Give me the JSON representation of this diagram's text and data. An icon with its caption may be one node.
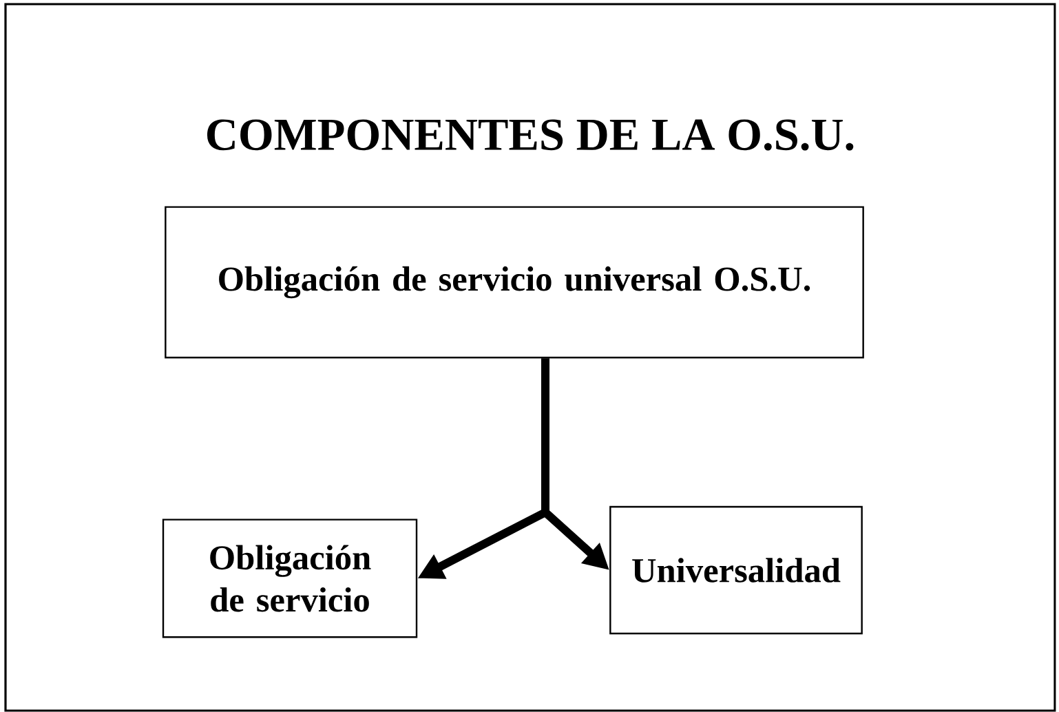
{
  "diagram": {
    "title": "COMPONENTES DE LA O.S.U.",
    "nodes": [
      {
        "text": [
          "Obligación de servicio universal O.S.U."
        ]
      },
      {
        "text": [
          "Obligación de servicio"
        ]
      },
      {
        "text": [
          "Universalidad"
        ]
      }
    ],
    "edges": [
      {
        "from": 0,
        "to": 1,
        "arrow": "to"
      },
      {
        "from": 0,
        "to": 2,
        "arrow": "to"
      }
    ]
  }
}
